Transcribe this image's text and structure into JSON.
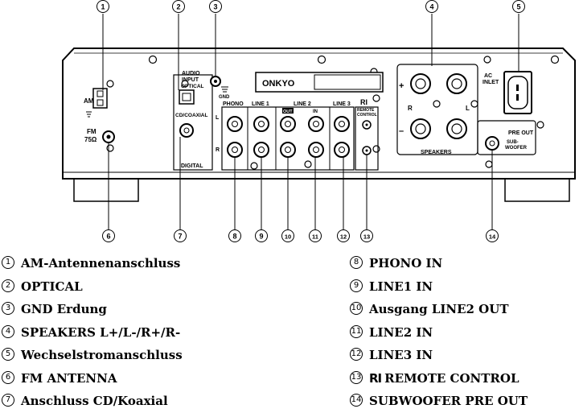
{
  "diagram": {
    "callouts": [
      "1",
      "2",
      "3",
      "4",
      "5",
      "6",
      "7",
      "8",
      "9",
      "10",
      "11",
      "12",
      "13",
      "14"
    ],
    "labels": {
      "am": "AM",
      "fm": "FM",
      "fm_ohm": "75Ω",
      "audio_input": "AUDIO",
      "input": "INPUT",
      "optical": "OPTICAL",
      "cd_coaxial": "CD/COAXIAL",
      "digital": "DIGITAL",
      "gnd": "GND",
      "brand": "ONKYO",
      "phono": "PHONO",
      "line1": "LINE 1",
      "line2": "LINE 2",
      "line3": "LINE 3",
      "out": "OUT",
      "in": "IN",
      "l": "L",
      "r": "R",
      "ri": "RI",
      "remote": "REMOTE",
      "control": "CONTROL",
      "plus": "+",
      "minus": "–",
      "speakers": "SPEAKERS",
      "spk_r": "R",
      "spk_l": "L",
      "ac": "AC",
      "inlet": "INLET",
      "pre_out": "PRE OUT",
      "sub": "SUB-",
      "woofer": "WOOFER"
    }
  },
  "legend": {
    "left": [
      {
        "n": "1",
        "text": "AM-Antennenanschluss"
      },
      {
        "n": "2",
        "text": "OPTICAL"
      },
      {
        "n": "3",
        "text": "GND Erdung"
      },
      {
        "n": "4",
        "text": "SPEAKERS L+/L-/R+/R-"
      },
      {
        "n": "5",
        "text": "Wechselstromanschluss"
      },
      {
        "n": "6",
        "text": "FM ANTENNA"
      },
      {
        "n": "7",
        "text": "Anschluss CD/Koaxial"
      }
    ],
    "right": [
      {
        "n": "8",
        "text": "PHONO IN"
      },
      {
        "n": "9",
        "text": "LINE1 IN"
      },
      {
        "n": "10",
        "text": "Ausgang LINE2 OUT"
      },
      {
        "n": "11",
        "text": "LINE2 IN"
      },
      {
        "n": "12",
        "text": "LINE3 IN"
      },
      {
        "n": "13",
        "ri": "RI",
        "text": "REMOTE CONTROL"
      },
      {
        "n": "14",
        "text": "SUBWOOFER PRE OUT"
      }
    ]
  }
}
